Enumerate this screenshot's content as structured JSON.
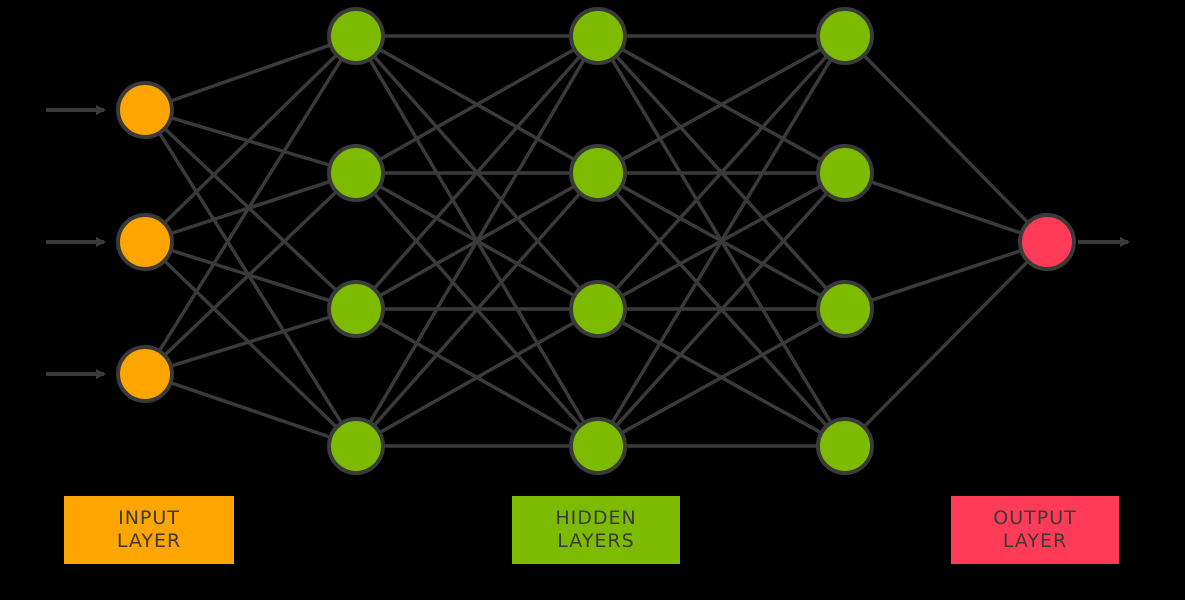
{
  "colors": {
    "background": "#000000",
    "edge": "#3a3a3a",
    "node_stroke": "#3a3a3a",
    "arrow": "#3a3a3a",
    "input": "#ffa500",
    "hidden": "#7dbb00",
    "output": "#ff3b57",
    "legend_text": "#3a3a3a"
  },
  "network": {
    "layers": [
      {
        "kind": "input",
        "nodes": 3
      },
      {
        "kind": "hidden",
        "nodes": 4
      },
      {
        "kind": "hidden",
        "nodes": 4
      },
      {
        "kind": "hidden",
        "nodes": 4
      },
      {
        "kind": "output",
        "nodes": 1
      }
    ],
    "input_arrows": 3,
    "output_arrows": 1
  },
  "legend": {
    "input": {
      "line1": "INPUT",
      "line2": "LAYER"
    },
    "hidden": {
      "line1": "HIDDEN",
      "line2": "LAYERS"
    },
    "output": {
      "line1": "OUTPUT",
      "line2": "LAYER"
    }
  }
}
